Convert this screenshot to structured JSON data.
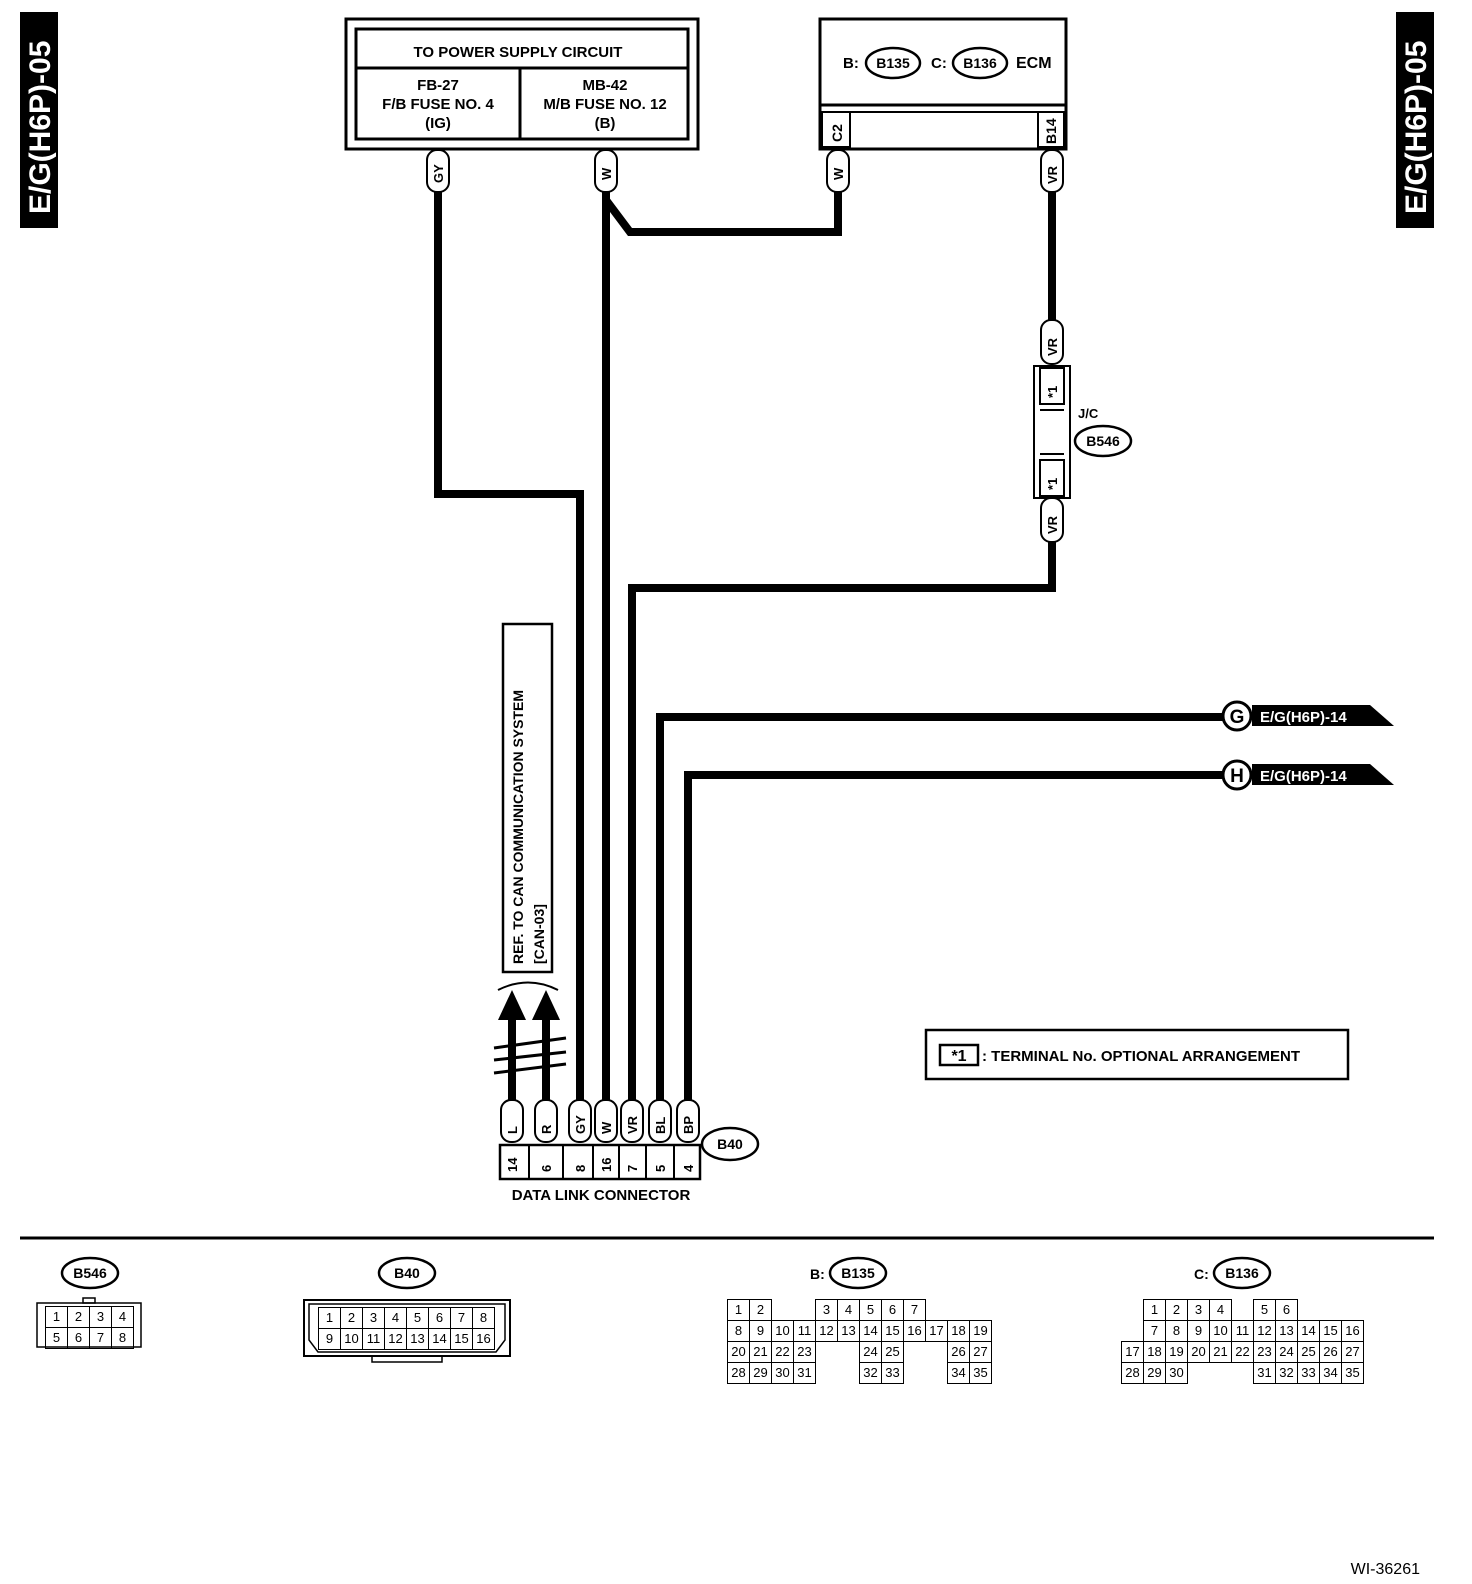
{
  "side_tab_left": "E/G(H6P)-05",
  "side_tab_right": "E/G(H6P)-05",
  "power_supply": {
    "title": "TO POWER SUPPLY CIRCUIT",
    "left_fuse": [
      "FB-27",
      "F/B FUSE NO. 4",
      "(IG)"
    ],
    "right_fuse": [
      "MB-42",
      "M/B FUSE NO. 12",
      "(B)"
    ],
    "wire_left": "GY",
    "wire_right": "W"
  },
  "ecm": {
    "prefix_b": "B:",
    "conn_b": "B135",
    "prefix_c": "C:",
    "conn_c": "B136",
    "name": "ECM",
    "pin_c2": "C2",
    "pin_b14": "B14",
    "wire_c2": "W",
    "wire_b14": "VR"
  },
  "joint": {
    "label": "J/C",
    "conn": "B546",
    "wire_top": "VR",
    "wire_bottom": "VR",
    "term_top": "*1",
    "term_bottom": "*1"
  },
  "refs": [
    {
      "letter": "G",
      "text": "E/G(H6P)-14"
    },
    {
      "letter": "H",
      "text": "E/G(H6P)-14"
    }
  ],
  "can_ref": [
    "REF. TO CAN COMMUNICATION SYSTEM",
    "[CAN-03]"
  ],
  "dlc": {
    "wires": [
      "L",
      "R",
      "GY",
      "W",
      "VR",
      "BL",
      "BP"
    ],
    "pins": [
      "14",
      "6",
      "8",
      "16",
      "7",
      "5",
      "4"
    ],
    "conn": "B40",
    "name": "DATA LINK CONNECTOR"
  },
  "legend": {
    "symbol": "*1",
    "text": ": TERMINAL No. OPTIONAL ARRANGEMENT"
  },
  "connector_views": {
    "b546": {
      "label": "B546",
      "rows": [
        [
          "1",
          "2",
          "3",
          "4"
        ],
        [
          "5",
          "6",
          "7",
          "8"
        ]
      ]
    },
    "b40": {
      "label": "B40",
      "rows": [
        [
          "1",
          "2",
          "3",
          "4",
          "5",
          "6",
          "7",
          "8"
        ],
        [
          "9",
          "10",
          "11",
          "12",
          "13",
          "14",
          "15",
          "16"
        ]
      ]
    },
    "b135": {
      "prefix": "B:",
      "label": "B135",
      "rows": [
        [
          "1",
          "2",
          "",
          "",
          "3",
          "4",
          "5",
          "6",
          "7"
        ],
        [
          "8",
          "9",
          "10",
          "11",
          "12",
          "13",
          "14",
          "15",
          "16",
          "17",
          "18",
          "19"
        ],
        [
          "20",
          "21",
          "22",
          "23",
          "",
          "",
          "24",
          "25",
          "",
          "",
          "26",
          "27"
        ],
        [
          "28",
          "29",
          "30",
          "31",
          "",
          "",
          "32",
          "33",
          "",
          "",
          "34",
          "35"
        ]
      ]
    },
    "b136": {
      "prefix": "C:",
      "label": "B136",
      "rows": [
        [
          "",
          "1",
          "2",
          "3",
          "4",
          "",
          "5",
          "6"
        ],
        [
          "",
          "7",
          "8",
          "9",
          "10",
          "11",
          "12",
          "13",
          "14",
          "15",
          "16"
        ],
        [
          "17",
          "18",
          "19",
          "20",
          "21",
          "22",
          "23",
          "24",
          "25",
          "26",
          "27"
        ],
        [
          "28",
          "29",
          "30",
          "",
          "",
          "",
          "31",
          "32",
          "33",
          "34",
          "35"
        ]
      ]
    }
  },
  "figure_id": "WI-36261"
}
